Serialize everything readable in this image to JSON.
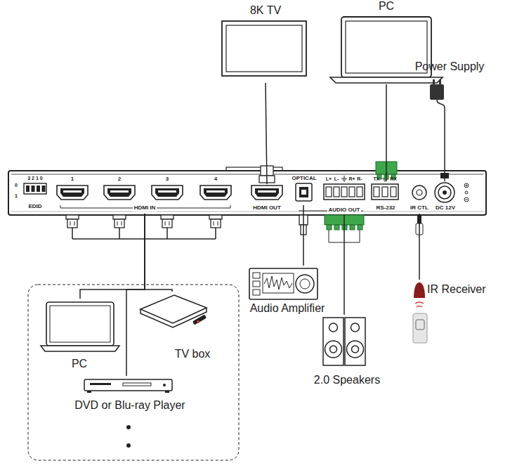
{
  "diagram": {
    "nodes": [
      {
        "text": [
          "8K TV"
        ]
      },
      {
        "text": [
          "PC"
        ]
      },
      {
        "text": [
          "Power Supply"
        ]
      },
      {
        "text": [
          "HDMI IN"
        ]
      },
      {
        "text": [
          "HDMI OUT"
        ]
      },
      {
        "text": [
          "OPTICAL"
        ]
      },
      {
        "text": [
          "AUDIO OUT"
        ]
      },
      {
        "text": [
          "RS-232"
        ]
      },
      {
        "text": [
          "IR CTL"
        ]
      },
      {
        "text": [
          "DC 12V"
        ]
      },
      {
        "text": [
          "PC"
        ]
      },
      {
        "text": [
          "TV box"
        ]
      },
      {
        "text": [
          "DVD or Blu-ray Player"
        ]
      },
      {
        "text": [
          "Audio Amplifier"
        ]
      },
      {
        "text": [
          "2.0 Speakers"
        ]
      },
      {
        "text": [
          "IR Receiver"
        ]
      }
    ],
    "edges": [
      {
        "from": 0,
        "to": 4,
        "arrow": "none"
      },
      {
        "from": 1,
        "to": 7,
        "arrow": "none"
      },
      {
        "from": 2,
        "to": 9,
        "arrow": "none"
      },
      {
        "from": 10,
        "to": 3,
        "arrow": "none"
      },
      {
        "from": 11,
        "to": 3,
        "arrow": "none"
      },
      {
        "from": 12,
        "to": 3,
        "arrow": "none"
      },
      {
        "from": 13,
        "to": 5,
        "arrow": "none"
      },
      {
        "from": 14,
        "to": 6,
        "arrow": "none"
      },
      {
        "from": 15,
        "to": 8,
        "arrow": "none"
      }
    ],
    "labels": [
      "3 2 1 0",
      "0",
      "1",
      "EDID",
      "1",
      "2",
      "3",
      "4",
      "L+",
      "L-",
      "R+",
      "R-",
      "TX",
      "RX"
    ]
  }
}
